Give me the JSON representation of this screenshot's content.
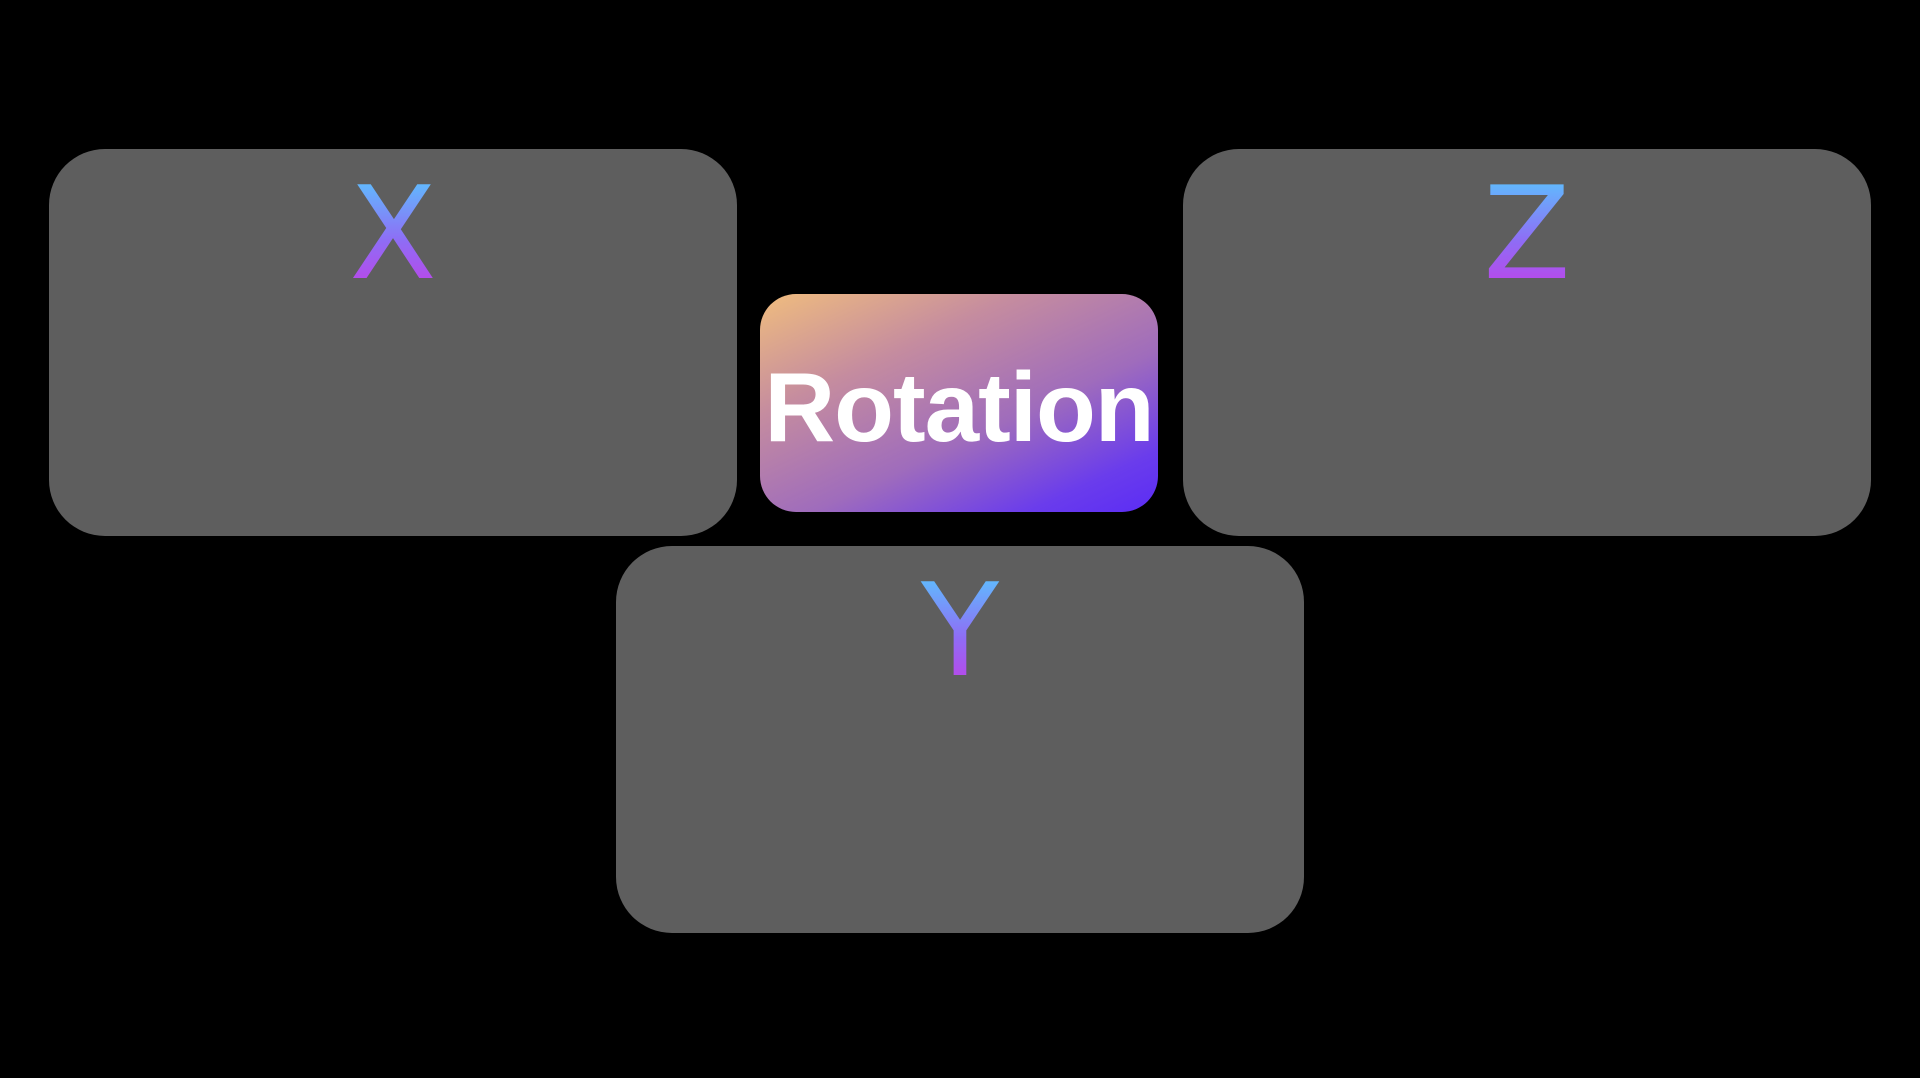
{
  "center": {
    "label": "Rotation",
    "gradient_colors": [
      "#f0bd7e",
      "#5b2cf5"
    ]
  },
  "axes": {
    "x": {
      "letter": "X"
    },
    "y": {
      "letter": "Y"
    },
    "z": {
      "letter": "Z"
    }
  },
  "colors": {
    "background": "#000000",
    "card": "#5e5e5e",
    "letter_gradient": [
      "#58c8ff",
      "#c63ce6"
    ],
    "label_text": "#ffffff"
  }
}
